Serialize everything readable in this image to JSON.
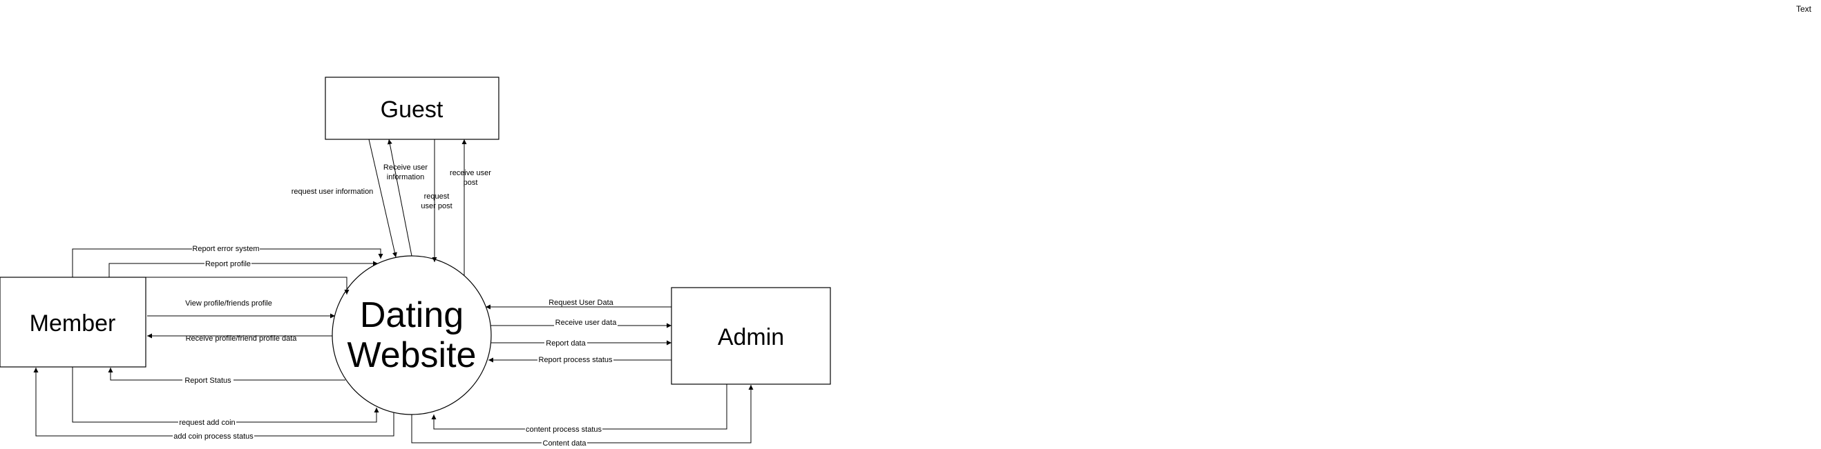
{
  "corner_text": "Text",
  "entities": {
    "guest": "Guest",
    "member": "Member",
    "admin": "Admin",
    "process_line1": "Dating",
    "process_line2": "Website"
  },
  "flows": {
    "request_user_information": "request user information",
    "receive_user_information_1": "Receive user",
    "receive_user_information_2": "information",
    "request_user_post_1": "request",
    "request_user_post_2": "user post",
    "receive_user_post_1": "receive user",
    "receive_user_post_2": "post",
    "report_error_system": "Report error system",
    "report_profile": "Report profile",
    "view_profile": "View profile/friends profile",
    "receive_profile_data": "Receive profile/friend profile data",
    "report_status": "Report Status",
    "request_add_coin": "request add coin",
    "add_coin_process_status": "add coin process status",
    "request_user_data": "Request User Data",
    "receive_user_data": "Receive user data",
    "report_data": "Report data",
    "report_process_status": "Report process status",
    "content_process_status": "content process status",
    "content_data": "Content data"
  }
}
